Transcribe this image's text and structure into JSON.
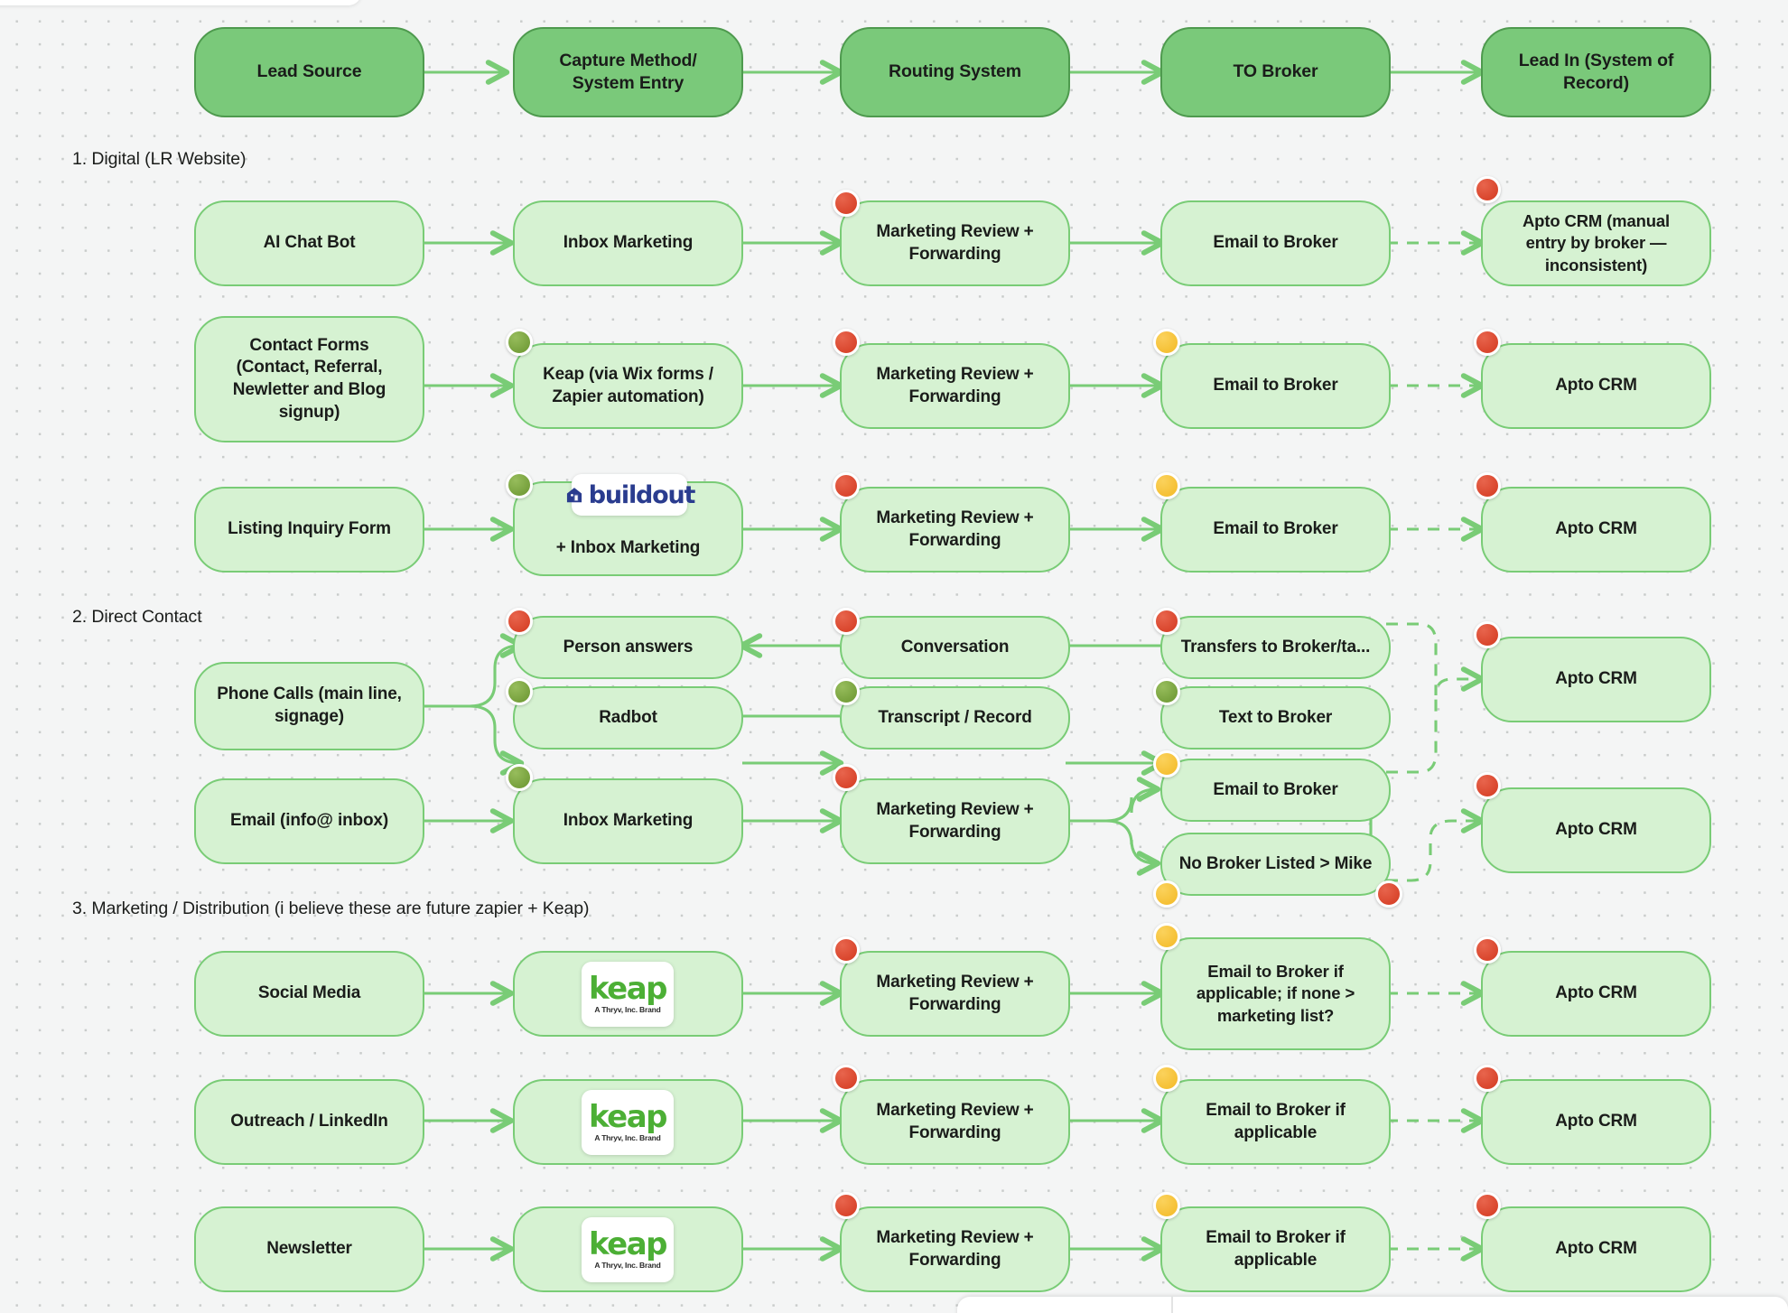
{
  "board": {
    "background_color": "#f4f5f5",
    "grid_dot_color": "#c9cccb",
    "header_fill": "#7ac97a",
    "header_stroke": "#4e9a4e",
    "cell_fill": "#d6f2d2",
    "cell_stroke": "#79cc76",
    "connector_color": "#79cc76",
    "dot_red": "#d9452c",
    "dot_green": "#76a03c",
    "dot_yellow": "#f5c034"
  },
  "headers": [
    {
      "label": "Lead Source"
    },
    {
      "label": "Capture Method/\nSystem Entry"
    },
    {
      "label": "Routing System"
    },
    {
      "label": "TO Broker"
    },
    {
      "label": "Lead In (System of\nRecord)"
    }
  ],
  "sections": [
    {
      "label": "1. Digital (LR Website)"
    },
    {
      "label": "2. Direct Contact"
    },
    {
      "label": "3. Marketing / Distribution (i believe these are future zapier + Keap)"
    }
  ],
  "brands": {
    "buildout": {
      "word": "buildout",
      "icon": "house-icon",
      "color": "#2a3c8f"
    },
    "keap": {
      "word": "keap",
      "subtitle": "A Thryv, Inc. Brand",
      "color": "#4caf35"
    }
  },
  "nodes": {
    "n_ai_chat_bot": "AI Chat Bot",
    "n_inbox_marketing_1": "Inbox Marketing",
    "n_mr_forward_1": "Marketing Review +\nForwarding",
    "n_email_broker_1": "Email to Broker",
    "n_apto_manual": "Apto CRM (manual\nentry by broker —\ninconsistent)",
    "n_contact_forms": "Contact Forms\n(Contact, Referral,\nNewletter and Blog\nsignup)",
    "n_keap_wix": "Keap (via Wix forms /\nZapier automation)",
    "n_mr_forward_2": "Marketing Review +\nForwarding",
    "n_email_broker_2": "Email to Broker",
    "n_apto_2": "Apto CRM",
    "n_listing_inquiry": "Listing Inquiry Form",
    "n_buildout_inbox": "+ Inbox Marketing",
    "n_mr_forward_3": "Marketing Review +\nForwarding",
    "n_email_broker_3": "Email to Broker",
    "n_apto_3": "Apto CRM",
    "n_phone_calls": "Phone Calls (main line,\nsignage)",
    "n_person_answers": "Person answers",
    "n_radbot": "Radbot",
    "n_conversation": "Conversation",
    "n_transcript_record": "Transcript / Record",
    "n_transfers_broker": "Transfers to Broker/ta...",
    "n_text_broker": "Text to Broker",
    "n_apto_4": "Apto CRM",
    "n_email_info": "Email (info@ inbox)",
    "n_inbox_marketing_2": "Inbox Marketing",
    "n_mr_forward_4": "Marketing Review +\nForwarding",
    "n_email_to_broker_4": "Email  to Broker",
    "n_no_broker_mike": "No Broker Listed > Mike",
    "n_apto_5": "Apto CRM",
    "n_social_media": "Social Media",
    "n_mr_forward_5": "Marketing Review +\nForwarding",
    "n_email_applicable_list": "Email to Broker if\napplicable; if none >\nmarketing list?",
    "n_apto_6": "Apto CRM",
    "n_outreach_linkedin": "Outreach / LinkedIn",
    "n_mr_forward_6": "Marketing Review +\nForwarding",
    "n_email_applicable_1": "Email to Broker if\napplicable",
    "n_apto_7": "Apto CRM",
    "n_newsletter": "Newsletter",
    "n_mr_forward_7": "Marketing Review +\nForwarding",
    "n_email_applicable_2": "Email to Broker if\napplicable",
    "n_apto_8": "Apto CRM"
  }
}
